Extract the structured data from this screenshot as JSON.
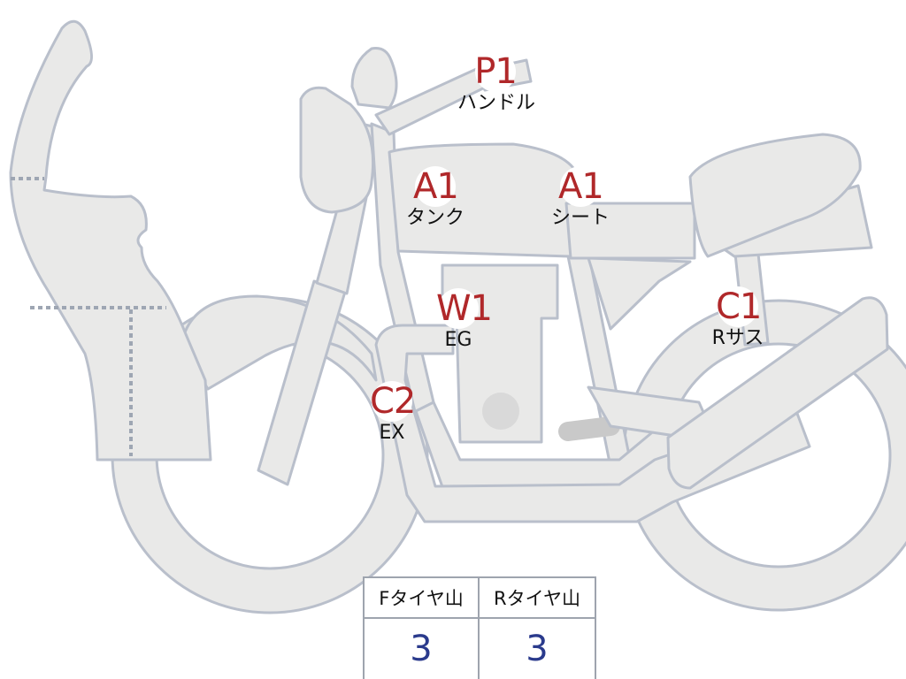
{
  "inspection_points": [
    {
      "id": "handle",
      "code": "P1",
      "name": "ハンドル"
    },
    {
      "id": "tank",
      "code": "A1",
      "name": "タンク"
    },
    {
      "id": "seat",
      "code": "A1",
      "name": "シート"
    },
    {
      "id": "engine",
      "code": "W1",
      "name": "EG"
    },
    {
      "id": "rear-suspension",
      "code": "C1",
      "name": "Rサス"
    },
    {
      "id": "exhaust",
      "code": "C2",
      "name": "EX"
    }
  ],
  "tire_tread": {
    "front_label": "Fタイヤ山",
    "rear_label": "Rタイヤ山",
    "front_value": "3",
    "rear_value": "3"
  },
  "colors": {
    "code_text": "#b0282a",
    "value_text": "#2a3a8c",
    "body_fill": "#e9e9e8",
    "outline": "#b9bfcb"
  }
}
